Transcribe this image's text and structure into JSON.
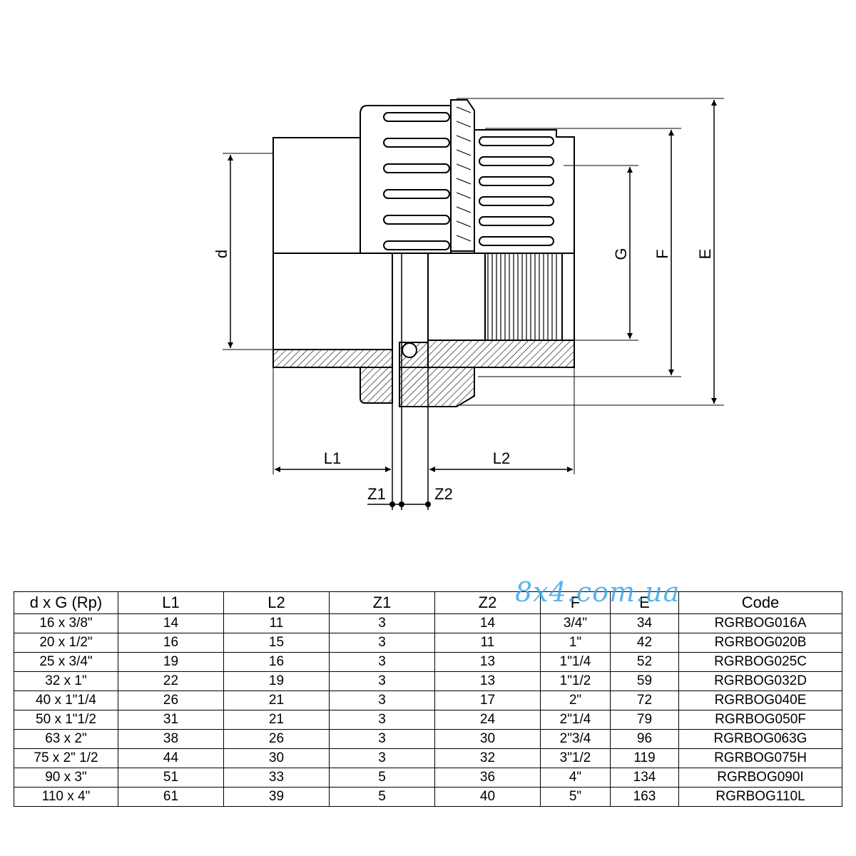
{
  "drawing": {
    "dimensions": {
      "d": "d",
      "G": "G",
      "F": "F",
      "E": "E",
      "L1": "L1",
      "L2": "L2",
      "Z1": "Z1",
      "Z2": "Z2"
    }
  },
  "watermark": "8x4.com.ua",
  "table": {
    "headers": [
      "d x G (Rp)",
      "L1",
      "L2",
      "Z1",
      "Z2",
      "F",
      "E",
      "Code"
    ],
    "rows": [
      [
        "16 x 3/8\"",
        "14",
        "11",
        "3",
        "14",
        "3/4\"",
        "34",
        "RGRBOG016A"
      ],
      [
        "20 x 1/2\"",
        "16",
        "15",
        "3",
        "11",
        "1\"",
        "42",
        "RGRBOG020B"
      ],
      [
        "25 x 3/4\"",
        "19",
        "16",
        "3",
        "13",
        "1\"1/4",
        "52",
        "RGRBOG025C"
      ],
      [
        "32 x 1\"",
        "22",
        "19",
        "3",
        "13",
        "1\"1/2",
        "59",
        "RGRBOG032D"
      ],
      [
        "40 x 1\"1/4",
        "26",
        "21",
        "3",
        "17",
        "2\"",
        "72",
        "RGRBOG040E"
      ],
      [
        "50 x 1\"1/2",
        "31",
        "21",
        "3",
        "24",
        "2\"1/4",
        "79",
        "RGRBOG050F"
      ],
      [
        "63 x 2\"",
        "38",
        "26",
        "3",
        "30",
        "2\"3/4",
        "96",
        "RGRBOG063G"
      ],
      [
        "75 x 2\" 1/2",
        "44",
        "30",
        "3",
        "32",
        "3\"1/2",
        "119",
        "RGRBOG075H"
      ],
      [
        "90 x 3\"",
        "51",
        "33",
        "5",
        "36",
        "4\"",
        "134",
        "RGRBOG090I"
      ],
      [
        "110 x 4\"",
        "61",
        "39",
        "5",
        "40",
        "5\"",
        "163",
        "RGRBOG110L"
      ]
    ]
  }
}
